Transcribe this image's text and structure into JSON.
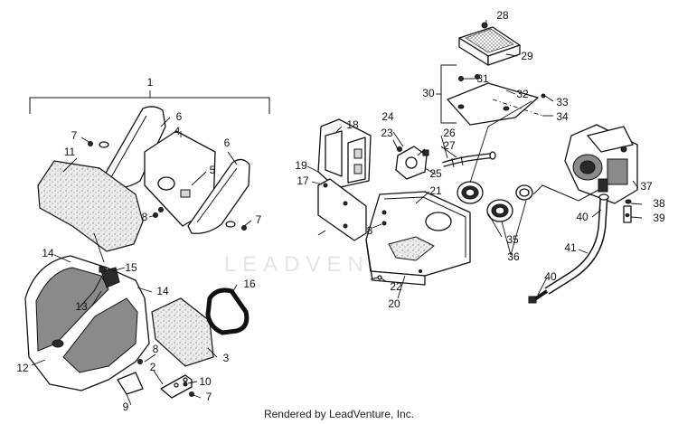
{
  "watermark": "LEADVENTURE",
  "footer": "Rendered by LeadVenture, Inc.",
  "callouts": {
    "c1": "1",
    "c2": "2",
    "c3": "3",
    "c4": "4",
    "c5": "5",
    "c6a": "6",
    "c6b": "6",
    "c7a": "7",
    "c7b": "7",
    "c7c": "7",
    "c8a": "8",
    "c8b": "8",
    "c8c": "8",
    "c9": "9",
    "c10": "10",
    "c11": "11",
    "c12": "12",
    "c13": "13",
    "c14a": "14",
    "c14b": "14",
    "c15": "15",
    "c16": "16",
    "c17": "17",
    "c18": "18",
    "c19": "19",
    "c20": "20",
    "c21": "21",
    "c22": "22",
    "c23": "23",
    "c24": "24",
    "c25": "25",
    "c26": "26",
    "c27": "27",
    "c28": "28",
    "c29": "29",
    "c30": "30",
    "c31": "31",
    "c32": "32",
    "c33": "33",
    "c34": "34",
    "c35": "35",
    "c36": "36",
    "c37": "37",
    "c38": "38",
    "c39": "39",
    "c40a": "40",
    "c40b": "40",
    "c41": "41"
  }
}
